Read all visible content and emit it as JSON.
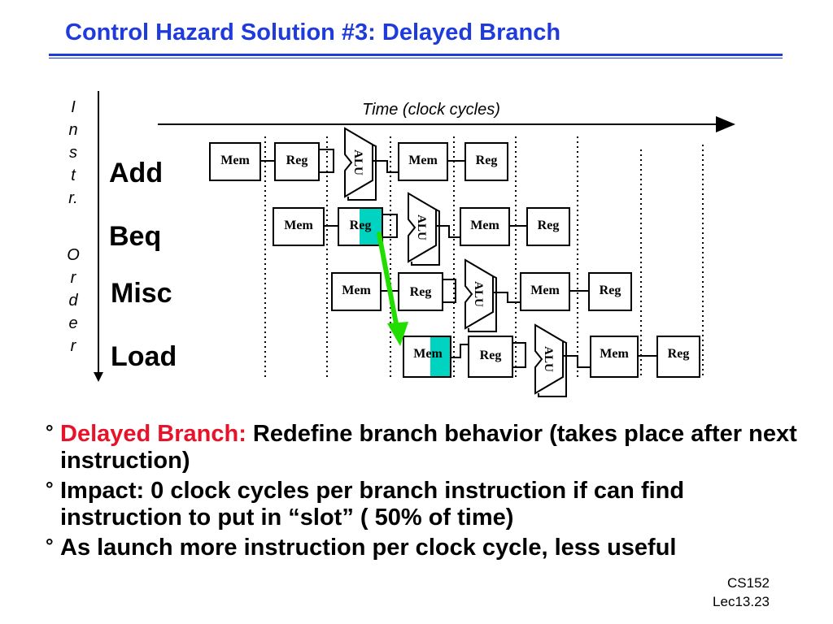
{
  "title": "Control Hazard Solution #3: Delayed Branch",
  "axis": {
    "vertical_letters": [
      "I",
      "n",
      "s",
      "t",
      "r.",
      "O",
      "r",
      "d",
      "e",
      "r"
    ],
    "time_label": "Time (clock cycles)"
  },
  "instructions": [
    "Add",
    "Beq",
    "Misc",
    "Load"
  ],
  "stages": {
    "mem": "Mem",
    "reg": "Reg",
    "alu": "ALU"
  },
  "colors": {
    "title": "#1f3bdb",
    "highlight": "#00d4c0",
    "arrow": "#22dd00",
    "red_text": "#e8132a"
  },
  "bullets": [
    {
      "mark": "°",
      "lead": "Delayed Branch:",
      "text": " Redefine branch behavior (takes place after next instruction)"
    },
    {
      "mark": "°",
      "text": "Impact: 0 clock cycles per branch instruction if can find instruction to put in “slot” ( 50% of time)"
    },
    {
      "mark": "°",
      "text": "As launch more instruction per clock cycle, less useful"
    }
  ],
  "footer": {
    "course": "CS152",
    "lecture": "Lec13.23"
  }
}
